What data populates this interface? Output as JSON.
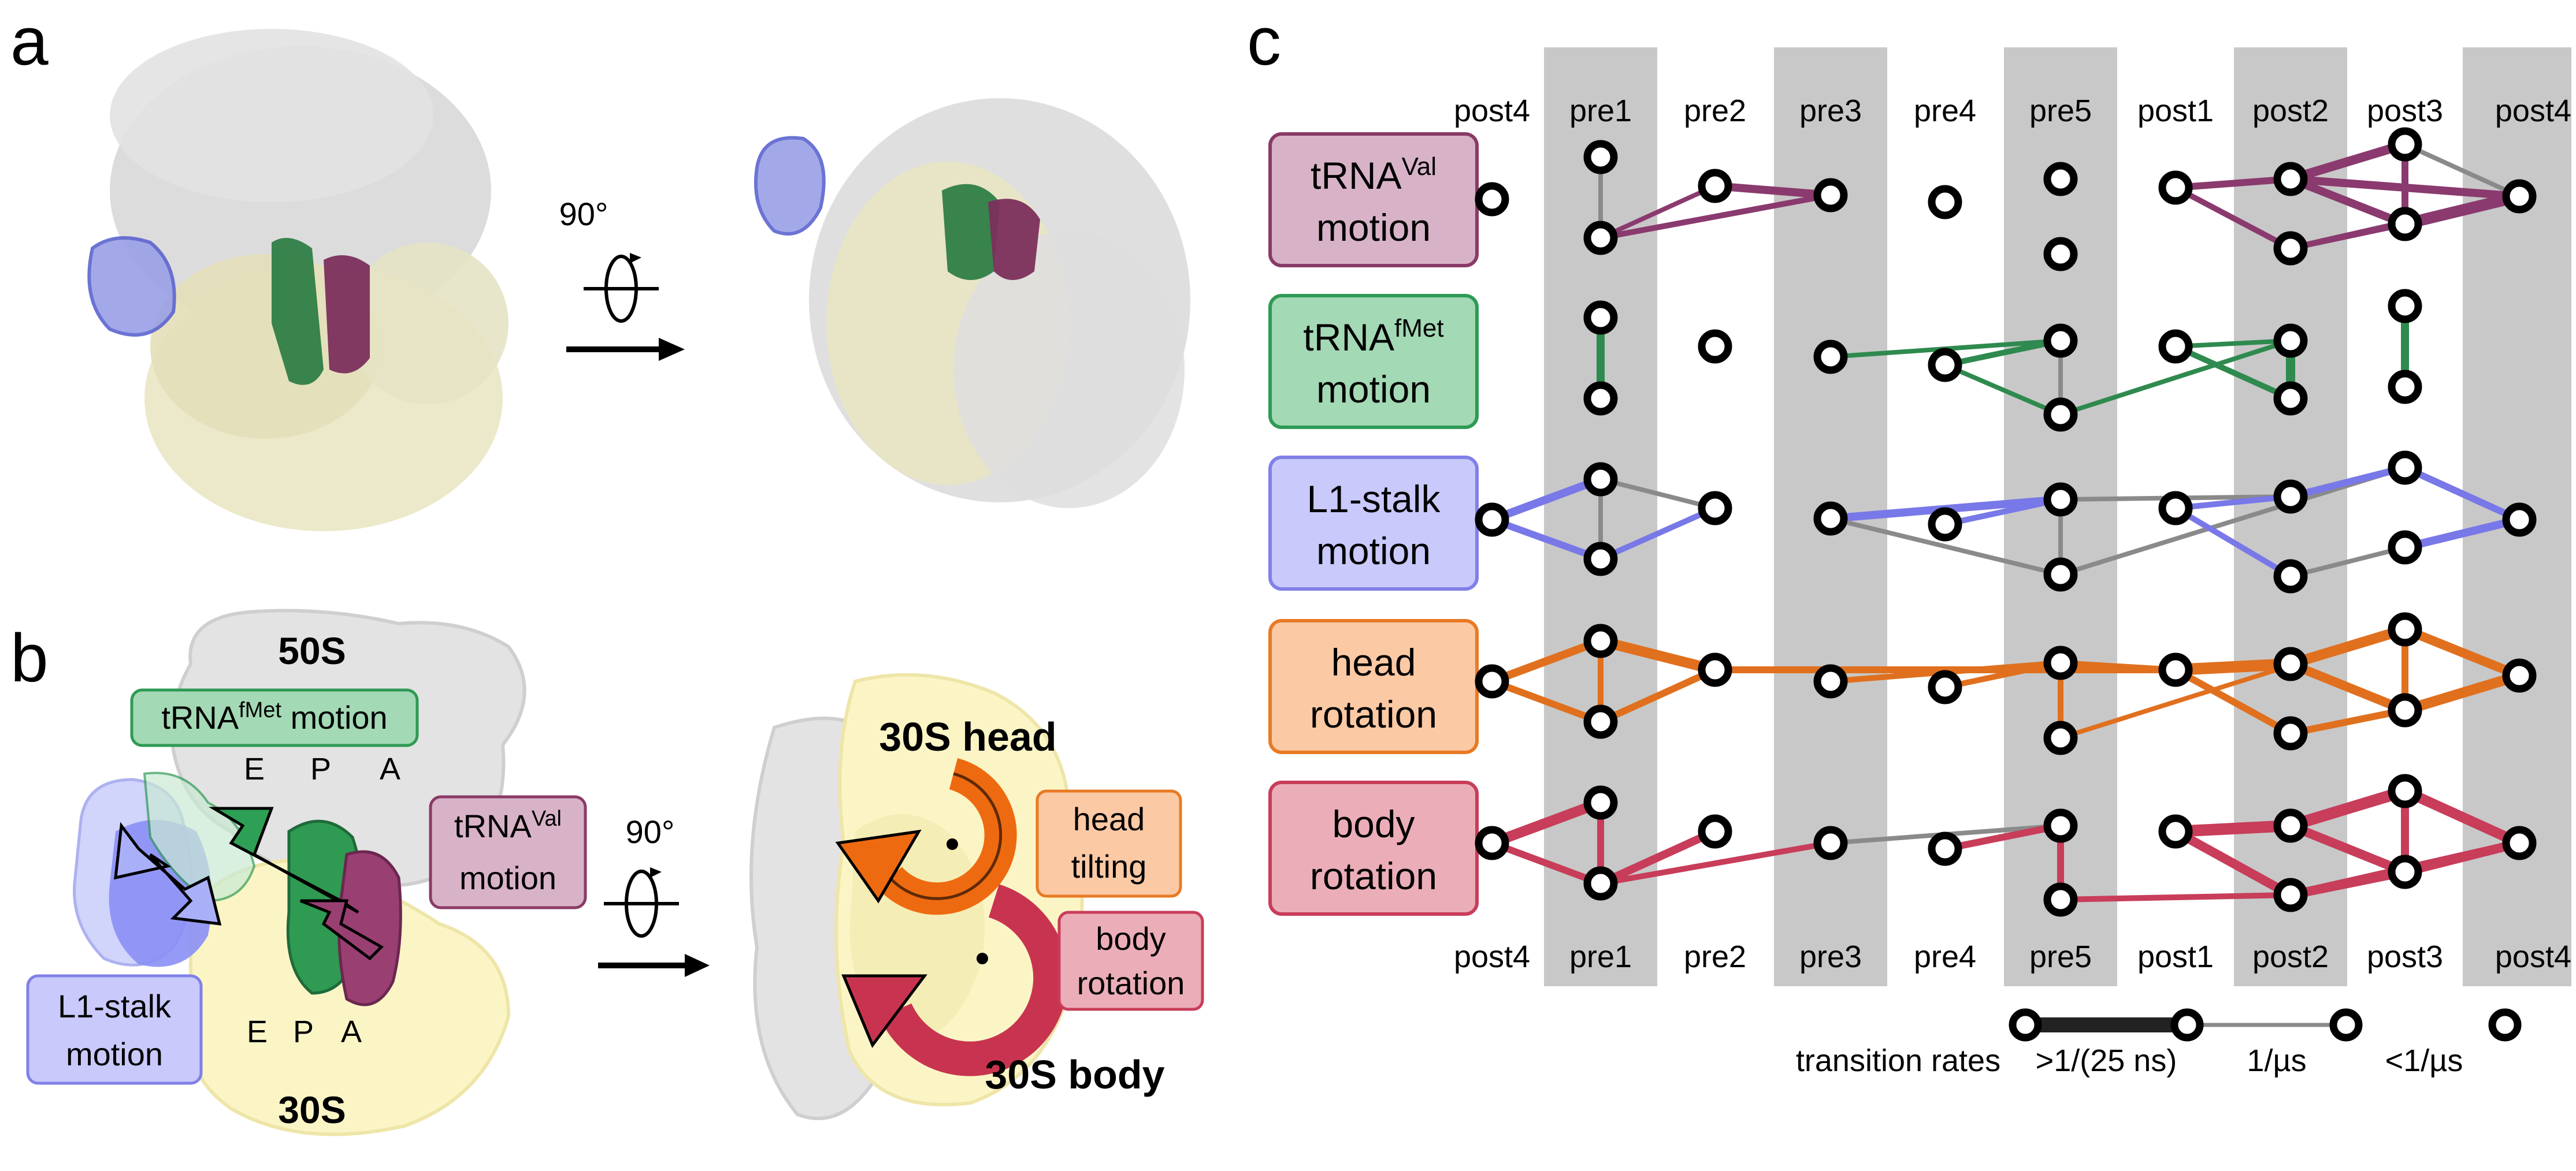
{
  "panel_a": {
    "letter": "a",
    "rotation_label": "90°"
  },
  "panel_b": {
    "letter": "b",
    "large_subunit": "50S",
    "small_subunit": "30S",
    "site_labels_top": [
      "E",
      "P",
      "A"
    ],
    "site_labels_bottom": [
      "E",
      "P",
      "A"
    ],
    "trna_fmet_label": {
      "base": "tRNA",
      "sup": "fMet",
      "rest": " motion"
    },
    "trna_val_label": {
      "base": "tRNA",
      "sup": "Val",
      "line2": "motion"
    },
    "l1_stalk_label": {
      "line1": "L1-stalk",
      "line2": "motion"
    },
    "rotation_label": "90°",
    "head_label": "30S head",
    "body_label": "30S body",
    "head_tilting": {
      "line1": "head",
      "line2": "tilting"
    },
    "body_rotation": {
      "line1": "body",
      "line2": "rotation"
    }
  },
  "panel_c": {
    "letter": "c",
    "states": [
      "post4",
      "pre1",
      "pre2",
      "pre3",
      "pre4",
      "pre5",
      "post1",
      "post2",
      "post3",
      "post4"
    ],
    "rows": [
      {
        "id": "trna-val",
        "base": "tRNA",
        "sup": "Val",
        "line2": "motion",
        "fill": "#d8b3c7",
        "stroke": "#8a3a66"
      },
      {
        "id": "trna-fmet",
        "base": "tRNA",
        "sup": "fMet",
        "line2": "motion",
        "fill": "#a3d9b5",
        "stroke": "#2e9a55"
      },
      {
        "id": "l1-stalk",
        "base": "L1-stalk",
        "sup": "",
        "line2": "motion",
        "fill": "#c9c9fb",
        "stroke": "#8080e8"
      },
      {
        "id": "head-rotation",
        "base": "head",
        "sup": "",
        "line2": "rotation",
        "fill": "#fcc9a5",
        "stroke": "#e87a25"
      },
      {
        "id": "body-rotation",
        "base": "body",
        "sup": "",
        "line2": "rotation",
        "fill": "#ebaeb8",
        "stroke": "#c83d5a"
      }
    ],
    "legend": {
      "title": "transition rates",
      "fast": ">1/(25 ns)",
      "mid": "1/µs",
      "slow": "<1/µs"
    },
    "colors": {
      "trna_val": "#8a3a6e",
      "trna_fmet": "#2e8a4e",
      "l1_stalk": "#7878e8",
      "head": "#e0701e",
      "body": "#c83d5a",
      "grey_line": "#8a8a8a",
      "column_band": "#c8c8c8"
    }
  }
}
